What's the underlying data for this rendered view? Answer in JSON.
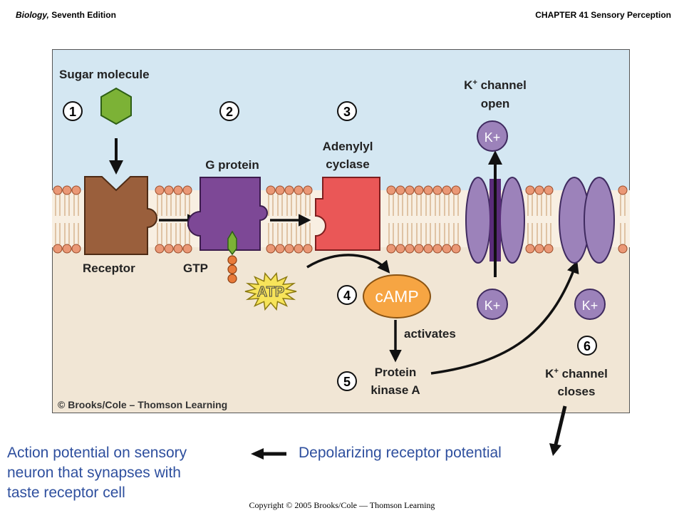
{
  "header": {
    "book_italic": "Biology,",
    "book_rest": " Seventh Edition",
    "chapter": "CHAPTER 41 Sensory Perception"
  },
  "diagram": {
    "sugar_label": "Sugar molecule",
    "steps": [
      "1",
      "2",
      "3",
      "4",
      "5",
      "6"
    ],
    "g_protein_label": "G protein",
    "adenylyl_line1": "Adenylyl",
    "adenylyl_line2": "cyclase",
    "k_open_line1": "K+ channel",
    "k_open_line2": "open",
    "receptor_label": "Receptor",
    "gtp_label": "GTP",
    "atp_label": "ATP",
    "camp_label": "cAMP",
    "activates_label": "activates",
    "pka_line1": "Protein",
    "pka_line2": "kinase A",
    "k_close_line1": "K+ channel",
    "k_close_line2": "closes",
    "ion_label": "K+",
    "credit": "© Brooks/Cole – Thomson Learning"
  },
  "bottom": {
    "action_line1": "Action potential on sensory",
    "action_line2": "neuron that synapses with",
    "action_line3": "taste receptor cell",
    "depolarizing": "Depolarizing receptor potential"
  },
  "footer": "Copyright © 2005 Brooks/Cole — Thomson Learning",
  "colors": {
    "outside": "#d4e7f2",
    "inside": "#f1e6d5",
    "phospholipid_head": "#ea9876",
    "receptor": "#9a5f3c",
    "g_protein": "#7d4896",
    "adenylyl": "#ea5757",
    "channel": "#9c82ba",
    "sugar": "#7cb236",
    "atp": "#f7e45a",
    "camp": "#f6a543",
    "text_blue": "#2e4f9e"
  }
}
